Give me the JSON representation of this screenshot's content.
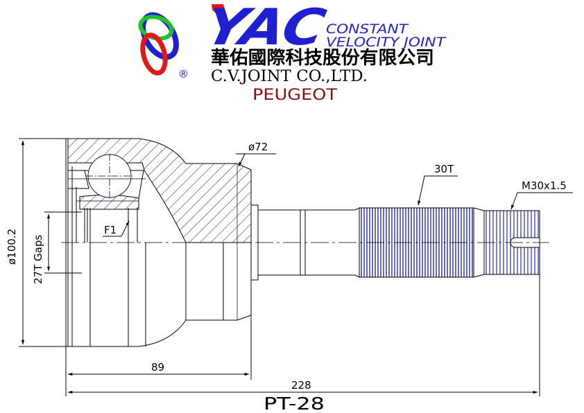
{
  "header": {
    "brand": "YAC",
    "tagline_1": "CONSTANT",
    "tagline_2": "VELOCITY JOINT",
    "company_cn": "華佑國際科技股份有限公司",
    "company_en": "C.V.JOINT CO.,LTD.",
    "registered_mark": "®",
    "make": "PEUGEOT"
  },
  "dimensions": {
    "outer_diameter": "ø100.2",
    "shoulder_diameter": "ø72",
    "abs_teeth": "27T Gaps",
    "outer_spline": "30T",
    "thread": "M30x1.5",
    "face_label": "F1",
    "body_length": "89",
    "overall_length": "228"
  },
  "part_number": "PT-28",
  "colors": {
    "brand_blue": "#1f1fcf",
    "brand_red": "#e01818",
    "logo_green": "#22c02a",
    "make_red": "#8a1010",
    "drawing_blue": "#2828a0",
    "line_black": "#000000"
  }
}
